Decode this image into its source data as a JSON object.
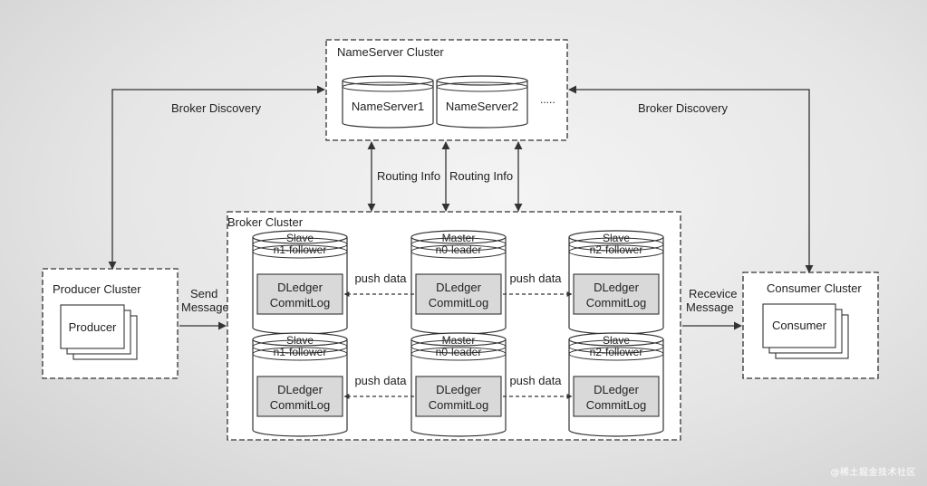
{
  "nameserver_cluster": {
    "title": "NameServer Cluster",
    "servers": [
      "NameServer1",
      "NameServer2"
    ],
    "ellipsis": "....."
  },
  "broker_cluster": {
    "title": "Broker Cluster",
    "groups": [
      {
        "left": {
          "role": "Slave",
          "node": "n1-follower",
          "line1": "DLedger",
          "line2": "CommitLog"
        },
        "center": {
          "role": "Master",
          "node": "n0-leader",
          "line1": "DLedger",
          "line2": "CommitLog"
        },
        "right": {
          "role": "Slave",
          "node": "n2-follower",
          "line1": "DLedger",
          "line2": "CommitLog"
        },
        "push_left": "push data",
        "push_right": "push data"
      },
      {
        "left": {
          "role": "Slave",
          "node": "n1-follower",
          "line1": "DLedger",
          "line2": "CommitLog"
        },
        "center": {
          "role": "Master",
          "node": "n0-leader",
          "line1": "DLedger",
          "line2": "CommitLog"
        },
        "right": {
          "role": "Slave",
          "node": "n2-follower",
          "line1": "DLedger",
          "line2": "CommitLog"
        },
        "push_left": "push data",
        "push_right": "push data"
      }
    ]
  },
  "producer_cluster": {
    "title": "Producer Cluster",
    "item": "Producer"
  },
  "consumer_cluster": {
    "title": "Consumer Cluster",
    "item": "Consumer"
  },
  "edges": {
    "broker_discovery_left": "Broker Discovery",
    "broker_discovery_right": "Broker Discovery",
    "routing_info_1": "Routing Info",
    "routing_info_2": "Routing Info",
    "send_line1": "Send",
    "send_line2": "Message",
    "receive_line1": "Recevice",
    "receive_line2": "Message"
  },
  "watermark": "@稀土掘金技术社区"
}
